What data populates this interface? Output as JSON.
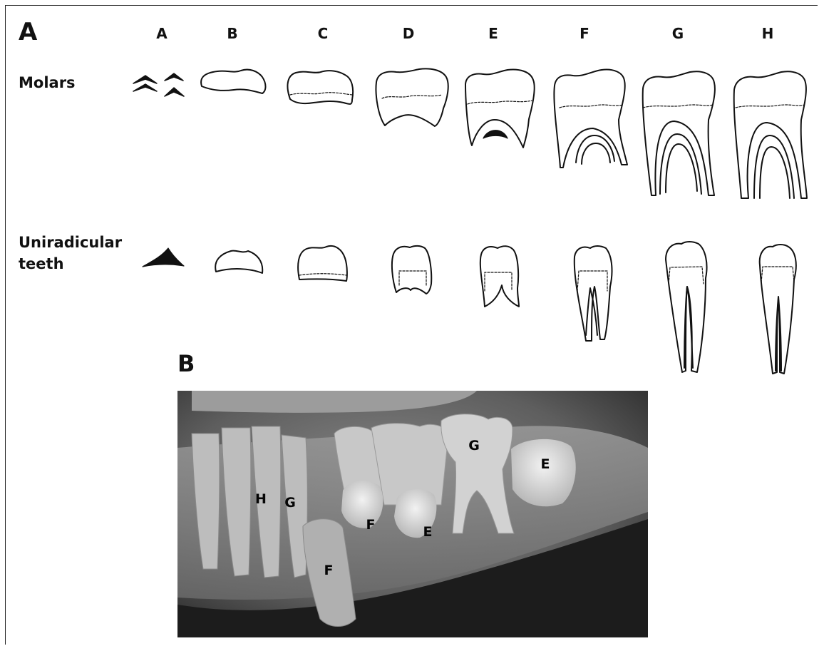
{
  "panel_a": {
    "label": "A"
  },
  "panel_b": {
    "label": "B"
  },
  "stages": [
    "A",
    "B",
    "C",
    "D",
    "E",
    "F",
    "G",
    "H"
  ],
  "rows": {
    "molars": "Molars",
    "uniradicular_line1": "Uniradicular",
    "uniradicular_line2": "teeth"
  },
  "radiograph_labels": [
    "H",
    "G",
    "F",
    "F",
    "E",
    "G",
    "E"
  ]
}
